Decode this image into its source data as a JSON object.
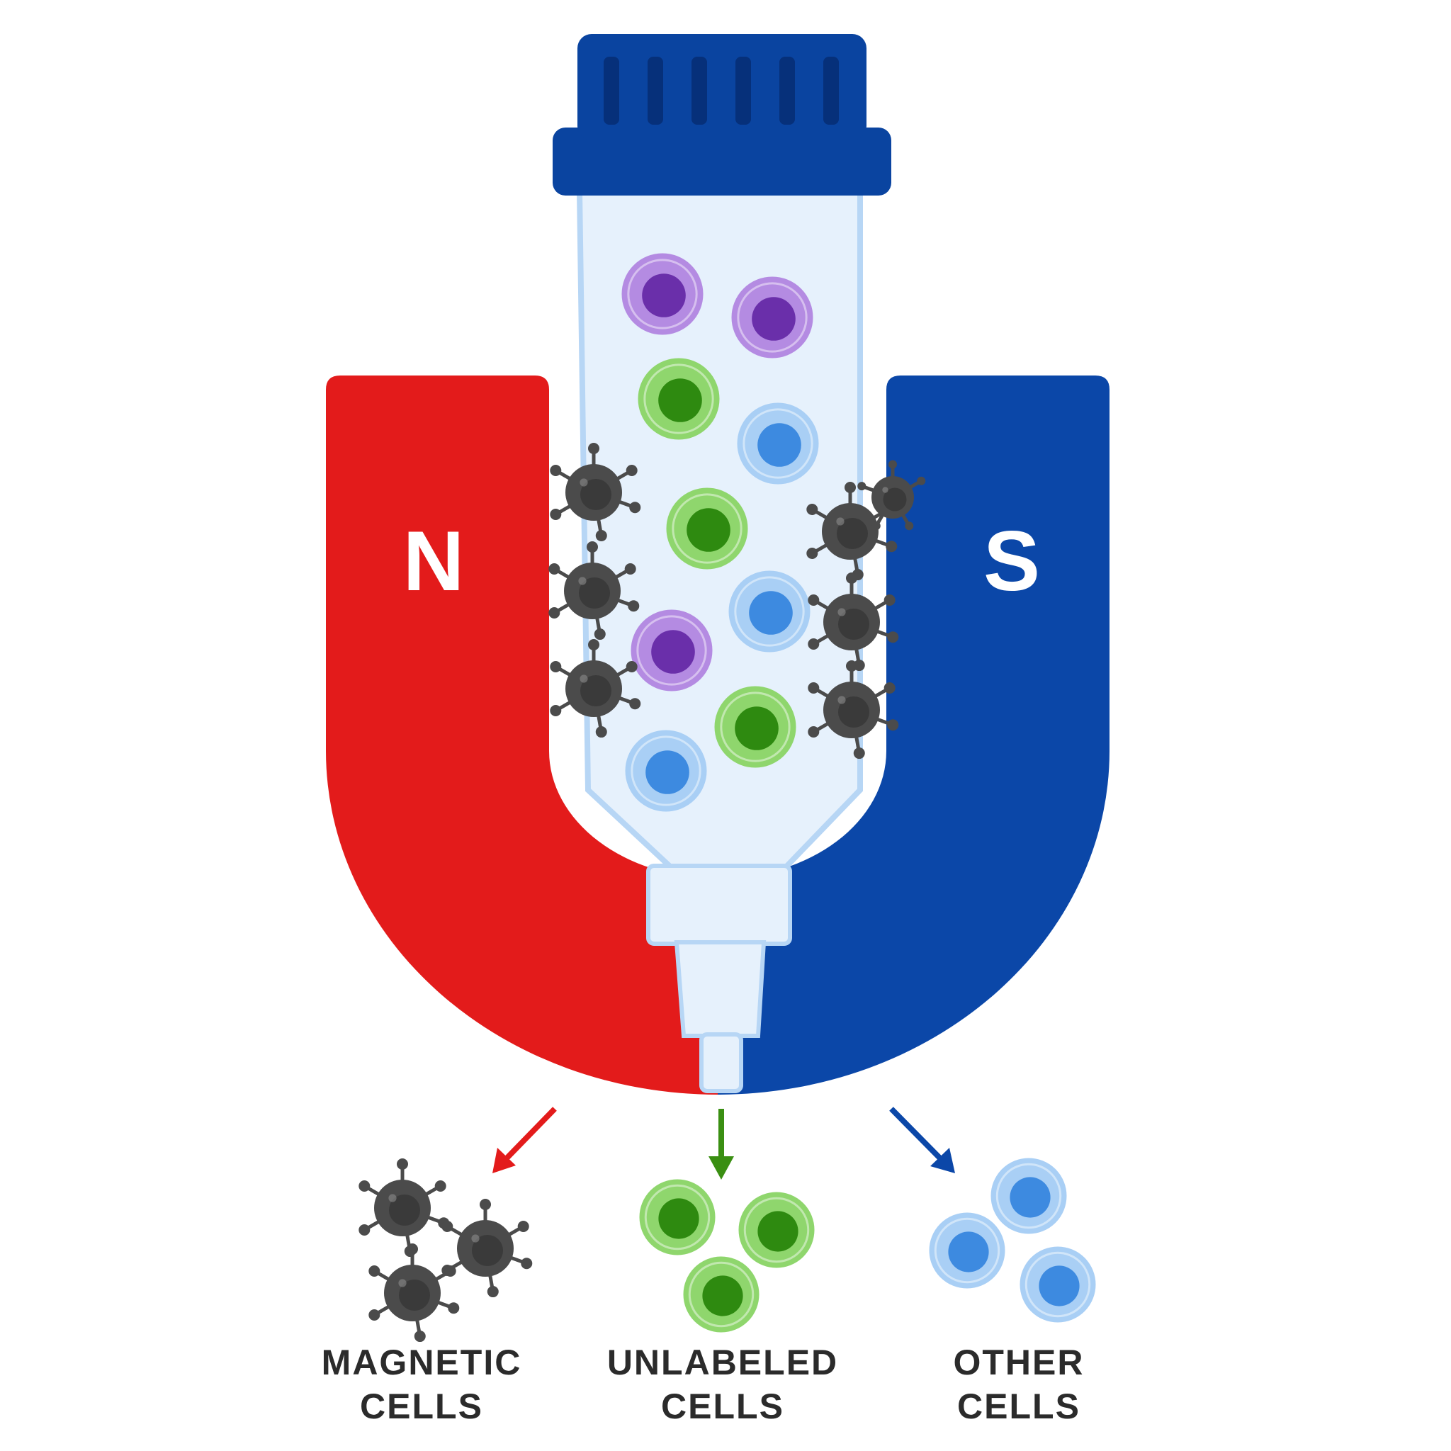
{
  "magnet": {
    "north_label": "N",
    "south_label": "S",
    "north_color": "#e31b1b",
    "south_color": "#0b47a8"
  },
  "tube": {
    "cap_color": "#0a44a0",
    "body_color": "#e6f1fc",
    "outline_color": "#b7d6f5"
  },
  "cells": {
    "magnetic": {
      "color": "#4b4b4b",
      "core_color": "#3a3a3a"
    },
    "purple": {
      "ring": "#b48be2",
      "core": "#6a2faa"
    },
    "green": {
      "ring": "#8fd66d",
      "core": "#2e8a10"
    },
    "blue": {
      "ring": "#a9cff5",
      "core": "#3d8ae0"
    }
  },
  "outputs": [
    {
      "id": "magnetic",
      "line1": "MAGNETIC",
      "line2": "CELLS",
      "arrow_color": "#e31b1b"
    },
    {
      "id": "unlabeled",
      "line1": "UNLABELED",
      "line2": "CELLS",
      "arrow_color": "#3a8f12"
    },
    {
      "id": "other",
      "line1": "OTHER",
      "line2": "CELLS",
      "arrow_color": "#0b47a8"
    }
  ]
}
